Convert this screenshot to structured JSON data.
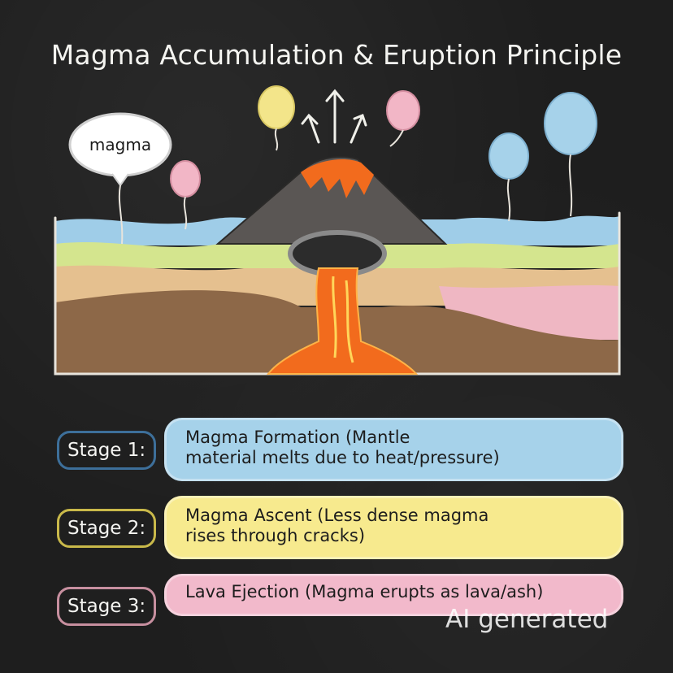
{
  "title": "Magma Accumulation & Eruption Principle",
  "bubble_label": "magma",
  "stages": [
    {
      "tag": "Stage 1:",
      "line1": "Magma Formation (Mantle",
      "line2": "material melts due to heat/pressure)",
      "tag_color": "#3d6f9a",
      "box_color": "#a6d2ea"
    },
    {
      "tag": "Stage 2:",
      "line1": "Magma Ascent (Less dense magma",
      "line2": "rises through cracks)",
      "tag_color": "#c9b94a",
      "box_color": "#f7ea8e"
    },
    {
      "tag": "Stage 3:",
      "line1": "Lava Ejection (Magma erupts as lava/ash)",
      "line2": "",
      "tag_color": "#c78f9f",
      "box_color": "#f2b9cb"
    }
  ],
  "watermark": "AI generated",
  "colors": {
    "board": "#1e1e1e",
    "lava": "#f26b1d",
    "volcano": "#5a5654",
    "layer_blue": "#9fcde8",
    "layer_green": "#d4e58e",
    "layer_tan": "#e5c08f",
    "layer_brown": "#8d6848",
    "layer_pink": "#efb7c3"
  }
}
